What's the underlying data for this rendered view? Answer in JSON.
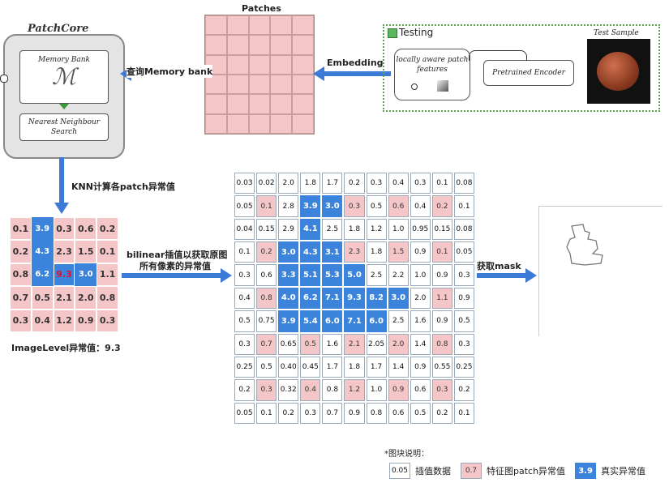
{
  "patchcore": {
    "title": "PatchCore",
    "memory_bank_label": "Memory Bank",
    "memory_bank_symbol": "ℳ",
    "nn_search_label": "Nearest Neighbour Search"
  },
  "patches_label": "Patches",
  "query_label": "查询Memory bank",
  "embedding_label": "Embedding",
  "testing": {
    "title": "Testing",
    "features_label": "locally aware patch features",
    "encoder_label": "Pretrained Encoder",
    "sample_label": "Test Sample"
  },
  "knn_label": "KNN计算各patch异常值",
  "small_grid": [
    [
      {
        "v": "0.1",
        "t": "p"
      },
      {
        "v": "3.9",
        "t": "b"
      },
      {
        "v": "0.3",
        "t": "p"
      },
      {
        "v": "0.6",
        "t": "p"
      },
      {
        "v": "0.2",
        "t": "p"
      }
    ],
    [
      {
        "v": "0.2",
        "t": "p"
      },
      {
        "v": "4.3",
        "t": "b"
      },
      {
        "v": "2.3",
        "t": "p"
      },
      {
        "v": "1.5",
        "t": "p"
      },
      {
        "v": "0.1",
        "t": "p"
      }
    ],
    [
      {
        "v": "0.8",
        "t": "p"
      },
      {
        "v": "6.2",
        "t": "b"
      },
      {
        "v": "9.3",
        "t": "r"
      },
      {
        "v": "3.0",
        "t": "b"
      },
      {
        "v": "1.1",
        "t": "p"
      }
    ],
    [
      {
        "v": "0.7",
        "t": "p"
      },
      {
        "v": "0.5",
        "t": "p"
      },
      {
        "v": "2.1",
        "t": "p"
      },
      {
        "v": "2.0",
        "t": "p"
      },
      {
        "v": "0.8",
        "t": "p"
      }
    ],
    [
      {
        "v": "0.3",
        "t": "p"
      },
      {
        "v": "0.4",
        "t": "p"
      },
      {
        "v": "1.2",
        "t": "p"
      },
      {
        "v": "0.9",
        "t": "p"
      },
      {
        "v": "0.3",
        "t": "p"
      }
    ]
  ],
  "image_level_label": "ImageLevel异常值：9.3",
  "bilinear_label_line1": "bilinear插值以获取原图",
  "bilinear_label_line2": "所有像素的异常值",
  "big_grid": [
    [
      {
        "v": "0.03",
        "t": "n"
      },
      {
        "v": "0.02",
        "t": "n"
      },
      {
        "v": "2.0",
        "t": "n"
      },
      {
        "v": "1.8",
        "t": "n"
      },
      {
        "v": "1.7",
        "t": "n"
      },
      {
        "v": "0.2",
        "t": "n"
      },
      {
        "v": "0.3",
        "t": "n"
      },
      {
        "v": "0.4",
        "t": "n"
      },
      {
        "v": "0.3",
        "t": "n"
      },
      {
        "v": "0.1",
        "t": "n"
      },
      {
        "v": "0.08",
        "t": "n"
      }
    ],
    [
      {
        "v": "0.05",
        "t": "n"
      },
      {
        "v": "0.1",
        "t": "p"
      },
      {
        "v": "2.8",
        "t": "n"
      },
      {
        "v": "3.9",
        "t": "b"
      },
      {
        "v": "3.0",
        "t": "b"
      },
      {
        "v": "0.3",
        "t": "p"
      },
      {
        "v": "0.5",
        "t": "n"
      },
      {
        "v": "0.6",
        "t": "p"
      },
      {
        "v": "0.4",
        "t": "n"
      },
      {
        "v": "0.2",
        "t": "p"
      },
      {
        "v": "0.1",
        "t": "n"
      }
    ],
    [
      {
        "v": "0.04",
        "t": "n"
      },
      {
        "v": "0.15",
        "t": "n"
      },
      {
        "v": "2.9",
        "t": "n"
      },
      {
        "v": "4.1",
        "t": "b"
      },
      {
        "v": "2.5",
        "t": "n"
      },
      {
        "v": "1.8",
        "t": "n"
      },
      {
        "v": "1.2",
        "t": "n"
      },
      {
        "v": "1.0",
        "t": "n"
      },
      {
        "v": "0.95",
        "t": "n"
      },
      {
        "v": "0.15",
        "t": "n"
      },
      {
        "v": "0.08",
        "t": "n"
      }
    ],
    [
      {
        "v": "0.1",
        "t": "n"
      },
      {
        "v": "0.2",
        "t": "p"
      },
      {
        "v": "3.0",
        "t": "b"
      },
      {
        "v": "4.3",
        "t": "b"
      },
      {
        "v": "3.1",
        "t": "b"
      },
      {
        "v": "2.3",
        "t": "p"
      },
      {
        "v": "1.8",
        "t": "n"
      },
      {
        "v": "1.5",
        "t": "p"
      },
      {
        "v": "0.9",
        "t": "n"
      },
      {
        "v": "0.1",
        "t": "p"
      },
      {
        "v": "0.05",
        "t": "n"
      }
    ],
    [
      {
        "v": "0.3",
        "t": "n"
      },
      {
        "v": "0.6",
        "t": "n"
      },
      {
        "v": "3.3",
        "t": "b"
      },
      {
        "v": "5.1",
        "t": "b"
      },
      {
        "v": "5.3",
        "t": "b"
      },
      {
        "v": "5.0",
        "t": "b"
      },
      {
        "v": "2.5",
        "t": "n"
      },
      {
        "v": "2.2",
        "t": "n"
      },
      {
        "v": "1.0",
        "t": "n"
      },
      {
        "v": "0.9",
        "t": "n"
      },
      {
        "v": "0.3",
        "t": "n"
      }
    ],
    [
      {
        "v": "0.4",
        "t": "n"
      },
      {
        "v": "0.8",
        "t": "p"
      },
      {
        "v": "4.0",
        "t": "b"
      },
      {
        "v": "6.2",
        "t": "b"
      },
      {
        "v": "7.1",
        "t": "b"
      },
      {
        "v": "9.3",
        "t": "b"
      },
      {
        "v": "8.2",
        "t": "b"
      },
      {
        "v": "3.0",
        "t": "b"
      },
      {
        "v": "2.0",
        "t": "n"
      },
      {
        "v": "1.1",
        "t": "p"
      },
      {
        "v": "0.9",
        "t": "n"
      }
    ],
    [
      {
        "v": "0.5",
        "t": "n"
      },
      {
        "v": "0.75",
        "t": "n"
      },
      {
        "v": "3.9",
        "t": "b"
      },
      {
        "v": "5.4",
        "t": "b"
      },
      {
        "v": "6.0",
        "t": "b"
      },
      {
        "v": "7.1",
        "t": "b"
      },
      {
        "v": "6.0",
        "t": "b"
      },
      {
        "v": "2.5",
        "t": "n"
      },
      {
        "v": "1.6",
        "t": "n"
      },
      {
        "v": "0.9",
        "t": "n"
      },
      {
        "v": "0.5",
        "t": "n"
      }
    ],
    [
      {
        "v": "0.3",
        "t": "n"
      },
      {
        "v": "0.7",
        "t": "p"
      },
      {
        "v": "0.65",
        "t": "n"
      },
      {
        "v": "0.5",
        "t": "p"
      },
      {
        "v": "1.6",
        "t": "n"
      },
      {
        "v": "2.1",
        "t": "p"
      },
      {
        "v": "2.05",
        "t": "n"
      },
      {
        "v": "2.0",
        "t": "p"
      },
      {
        "v": "1.4",
        "t": "n"
      },
      {
        "v": "0.8",
        "t": "p"
      },
      {
        "v": "0.3",
        "t": "n"
      }
    ],
    [
      {
        "v": "0.25",
        "t": "n"
      },
      {
        "v": "0.5",
        "t": "n"
      },
      {
        "v": "0.40",
        "t": "n"
      },
      {
        "v": "0.45",
        "t": "n"
      },
      {
        "v": "1.7",
        "t": "n"
      },
      {
        "v": "1.8",
        "t": "n"
      },
      {
        "v": "1.7",
        "t": "n"
      },
      {
        "v": "1.4",
        "t": "n"
      },
      {
        "v": "0.9",
        "t": "n"
      },
      {
        "v": "0.55",
        "t": "n"
      },
      {
        "v": "0.25",
        "t": "n"
      }
    ],
    [
      {
        "v": "0.2",
        "t": "n"
      },
      {
        "v": "0.3",
        "t": "p"
      },
      {
        "v": "0.32",
        "t": "n"
      },
      {
        "v": "0.4",
        "t": "p"
      },
      {
        "v": "0.8",
        "t": "n"
      },
      {
        "v": "1.2",
        "t": "p"
      },
      {
        "v": "1.0",
        "t": "n"
      },
      {
        "v": "0.9",
        "t": "p"
      },
      {
        "v": "0.6",
        "t": "n"
      },
      {
        "v": "0.3",
        "t": "p"
      },
      {
        "v": "0.2",
        "t": "n"
      }
    ],
    [
      {
        "v": "0.05",
        "t": "n"
      },
      {
        "v": "0.1",
        "t": "n"
      },
      {
        "v": "0.2",
        "t": "n"
      },
      {
        "v": "0.3",
        "t": "n"
      },
      {
        "v": "0.7",
        "t": "n"
      },
      {
        "v": "0.9",
        "t": "n"
      },
      {
        "v": "0.8",
        "t": "n"
      },
      {
        "v": "0.6",
        "t": "n"
      },
      {
        "v": "0.5",
        "t": "n"
      },
      {
        "v": "0.2",
        "t": "n"
      },
      {
        "v": "0.1",
        "t": "n"
      }
    ]
  ],
  "mask_label": "获取mask",
  "legend": {
    "title": "*图块说明：",
    "items": [
      {
        "sample": "0.05",
        "label": "插值数据",
        "t": "n"
      },
      {
        "sample": "0.7",
        "label": "特征图patch异常值",
        "t": "p"
      },
      {
        "sample": "3.9",
        "label": "真实异常值",
        "t": "b"
      }
    ]
  },
  "colors": {
    "accent": "#3c84db",
    "pink": "#f5c6c8",
    "green": "#4caf50"
  }
}
